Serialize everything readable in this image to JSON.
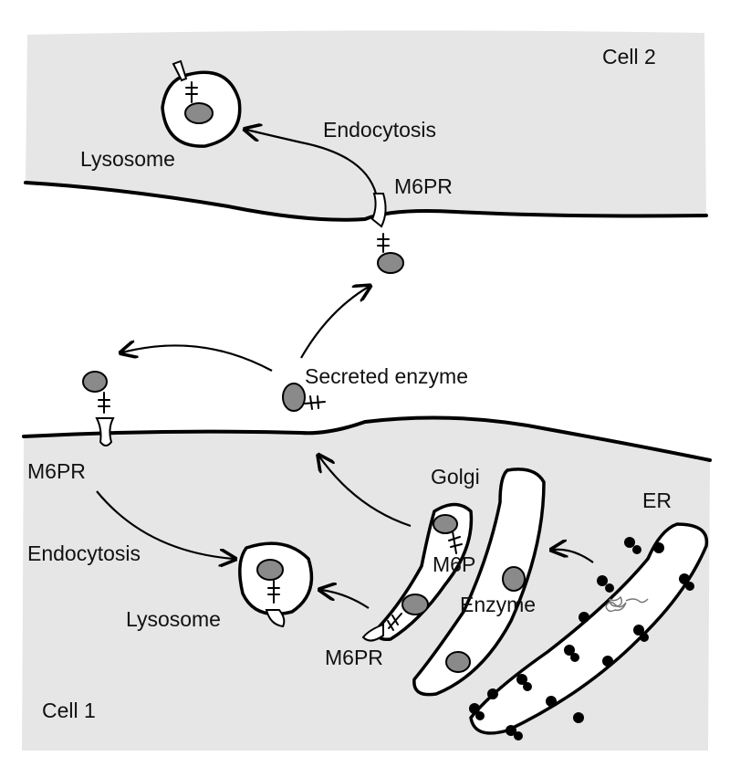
{
  "labels": {
    "cell2": "Cell 2",
    "cell1": "Cell 1",
    "lysosome_top": "Lysosome",
    "lysosome_bottom": "Lysosome",
    "endocytosis_top": "Endocytosis",
    "endocytosis_bottom": "Endocytosis",
    "m6pr_top": "M6PR",
    "m6pr_left": "M6PR",
    "m6pr_bottom": "M6PR",
    "secreted_enzyme": "Secreted enzyme",
    "golgi": "Golgi",
    "er": "ER",
    "m6p": "M6P",
    "enzyme": "Enzyme"
  },
  "colors": {
    "cell_fill": "#e6e6e6",
    "enzyme_fill": "#8a8a8a",
    "organelle_fill": "#ffffff",
    "outline": "#000000"
  }
}
